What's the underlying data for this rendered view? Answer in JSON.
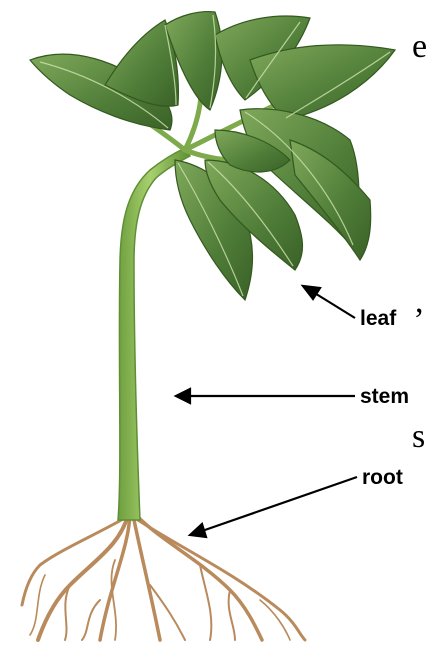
{
  "labels": {
    "leaf": "leaf",
    "stem": "stem",
    "root": "root"
  },
  "edge_text": [
    "e",
    ",",
    "s"
  ],
  "colors": {
    "leaf_dark": "#3f6b2f",
    "leaf_mid": "#5f8f45",
    "leaf_light": "#8fb86a",
    "stem": "#8fbf5a",
    "stem_dark": "#5e8f35",
    "root": "#b98a5c",
    "arrow": "#000000"
  }
}
